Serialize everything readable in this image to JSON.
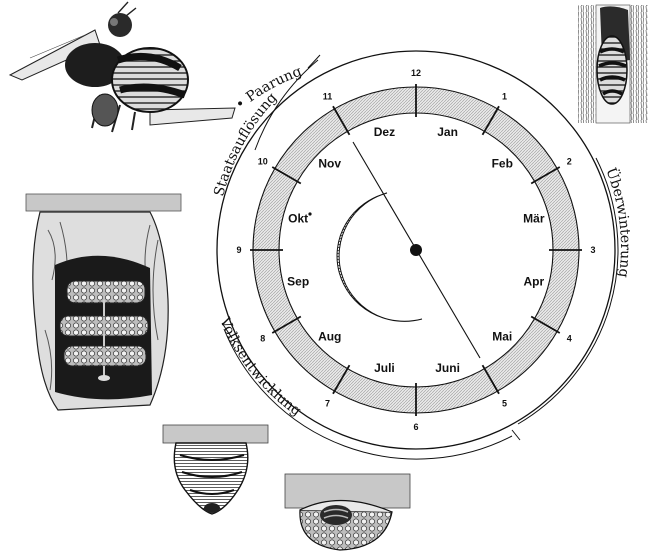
{
  "diagram": {
    "months": [
      {
        "label": "Jan",
        "num": "1"
      },
      {
        "label": "Feb",
        "num": "2"
      },
      {
        "label": "Mär",
        "num": "3"
      },
      {
        "label": "Apr",
        "num": "4"
      },
      {
        "label": "Mai",
        "num": "5"
      },
      {
        "label": "Juni",
        "num": "6"
      },
      {
        "label": "Juli",
        "num": "7"
      },
      {
        "label": "Aug",
        "num": "8"
      },
      {
        "label": "Sep",
        "num": "9"
      },
      {
        "label": "Okt",
        "num": "10"
      },
      {
        "label": "Nov",
        "num": "11"
      },
      {
        "label": "Dez",
        "num": "12"
      }
    ],
    "phases": {
      "paarung": "• Paarung",
      "staatsaufloesung": "Staatsauflösung",
      "ueberwinterung": "Überwinterung",
      "volksentwicklung": "Volksentwicklung"
    },
    "illustrations": [
      "hornet-queen",
      "hibernating-queen-on-branch",
      "mature-nest-cross-section",
      "initial-nest-closed",
      "initial-nest-open"
    ]
  }
}
